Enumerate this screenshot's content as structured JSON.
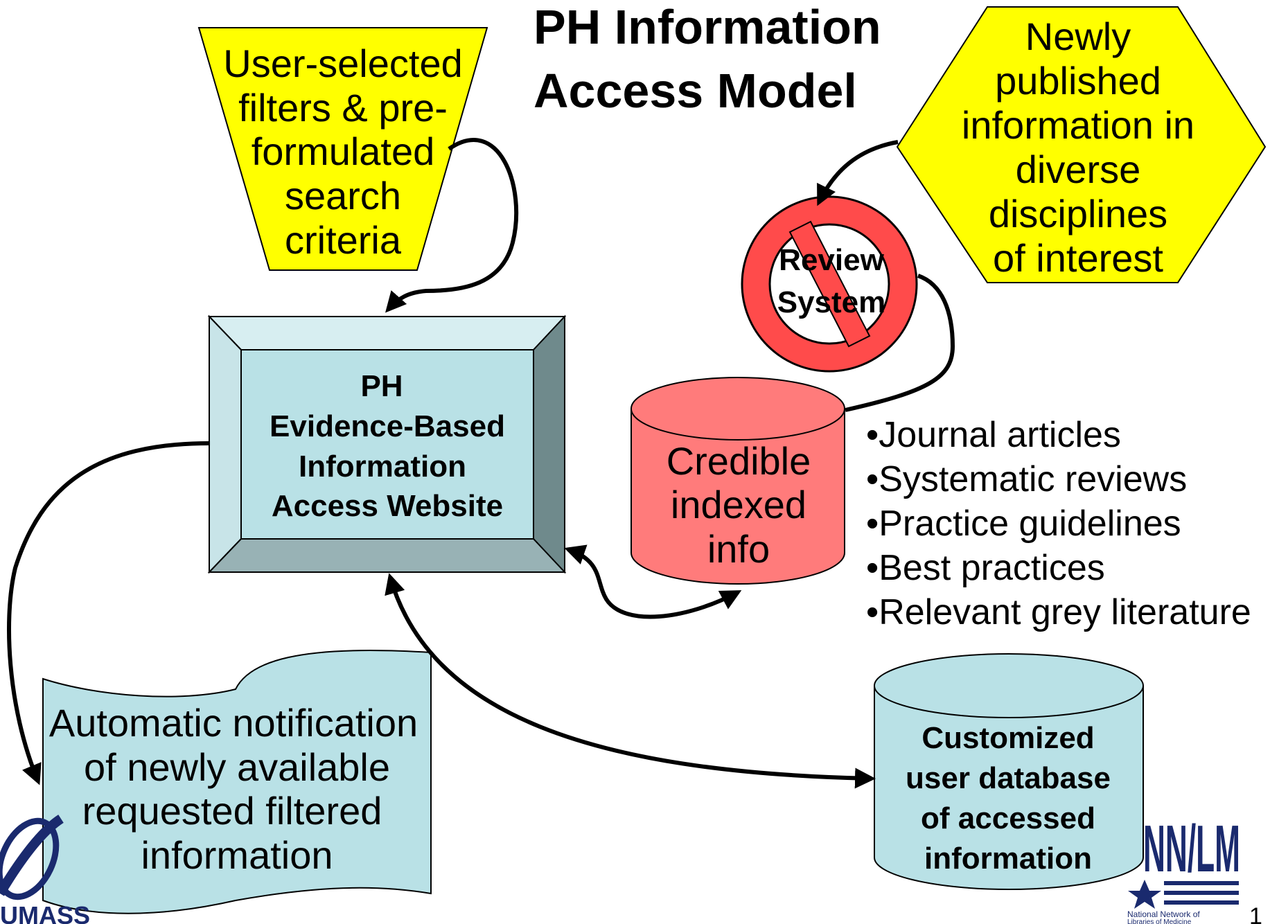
{
  "title": [
    "PH Information",
    "Access Model"
  ],
  "filters_funnel": [
    "User-selected",
    "filters & pre-",
    "formulated",
    "search",
    "criteria"
  ],
  "new_info_hexagon": [
    "Newly",
    "published",
    "information in",
    "diverse",
    "disciplines",
    "of interest"
  ],
  "review_system": [
    "Review",
    "System"
  ],
  "website_box": [
    "PH",
    "Evidence-Based",
    "Information",
    "Access Website"
  ],
  "credible_db": [
    "Credible",
    "indexed",
    "info"
  ],
  "content_bullets": [
    "•Journal articles",
    "•Systematic reviews",
    "•Practice guidelines",
    "•Best practices",
    "•Relevant grey literature"
  ],
  "notification_doc": [
    "Automatic notification",
    "of newly available",
    "requested filtered",
    "information"
  ],
  "user_db": [
    "Customized",
    "user database",
    "of accessed",
    "information"
  ],
  "logos": {
    "left": "UMASS",
    "right_mark": "NN/LM",
    "right_caption": [
      "National Network of",
      "Libraries of Medicine"
    ]
  },
  "slide_number": "1",
  "colors": {
    "yellow": "#ffff00",
    "review_red": "#ff4b4b",
    "credible_red": "#ff7b7b",
    "light_teal": "#b9e1e6",
    "bevel_dark": "#6f8a8c",
    "logo_navy": "#1a2a6e"
  }
}
